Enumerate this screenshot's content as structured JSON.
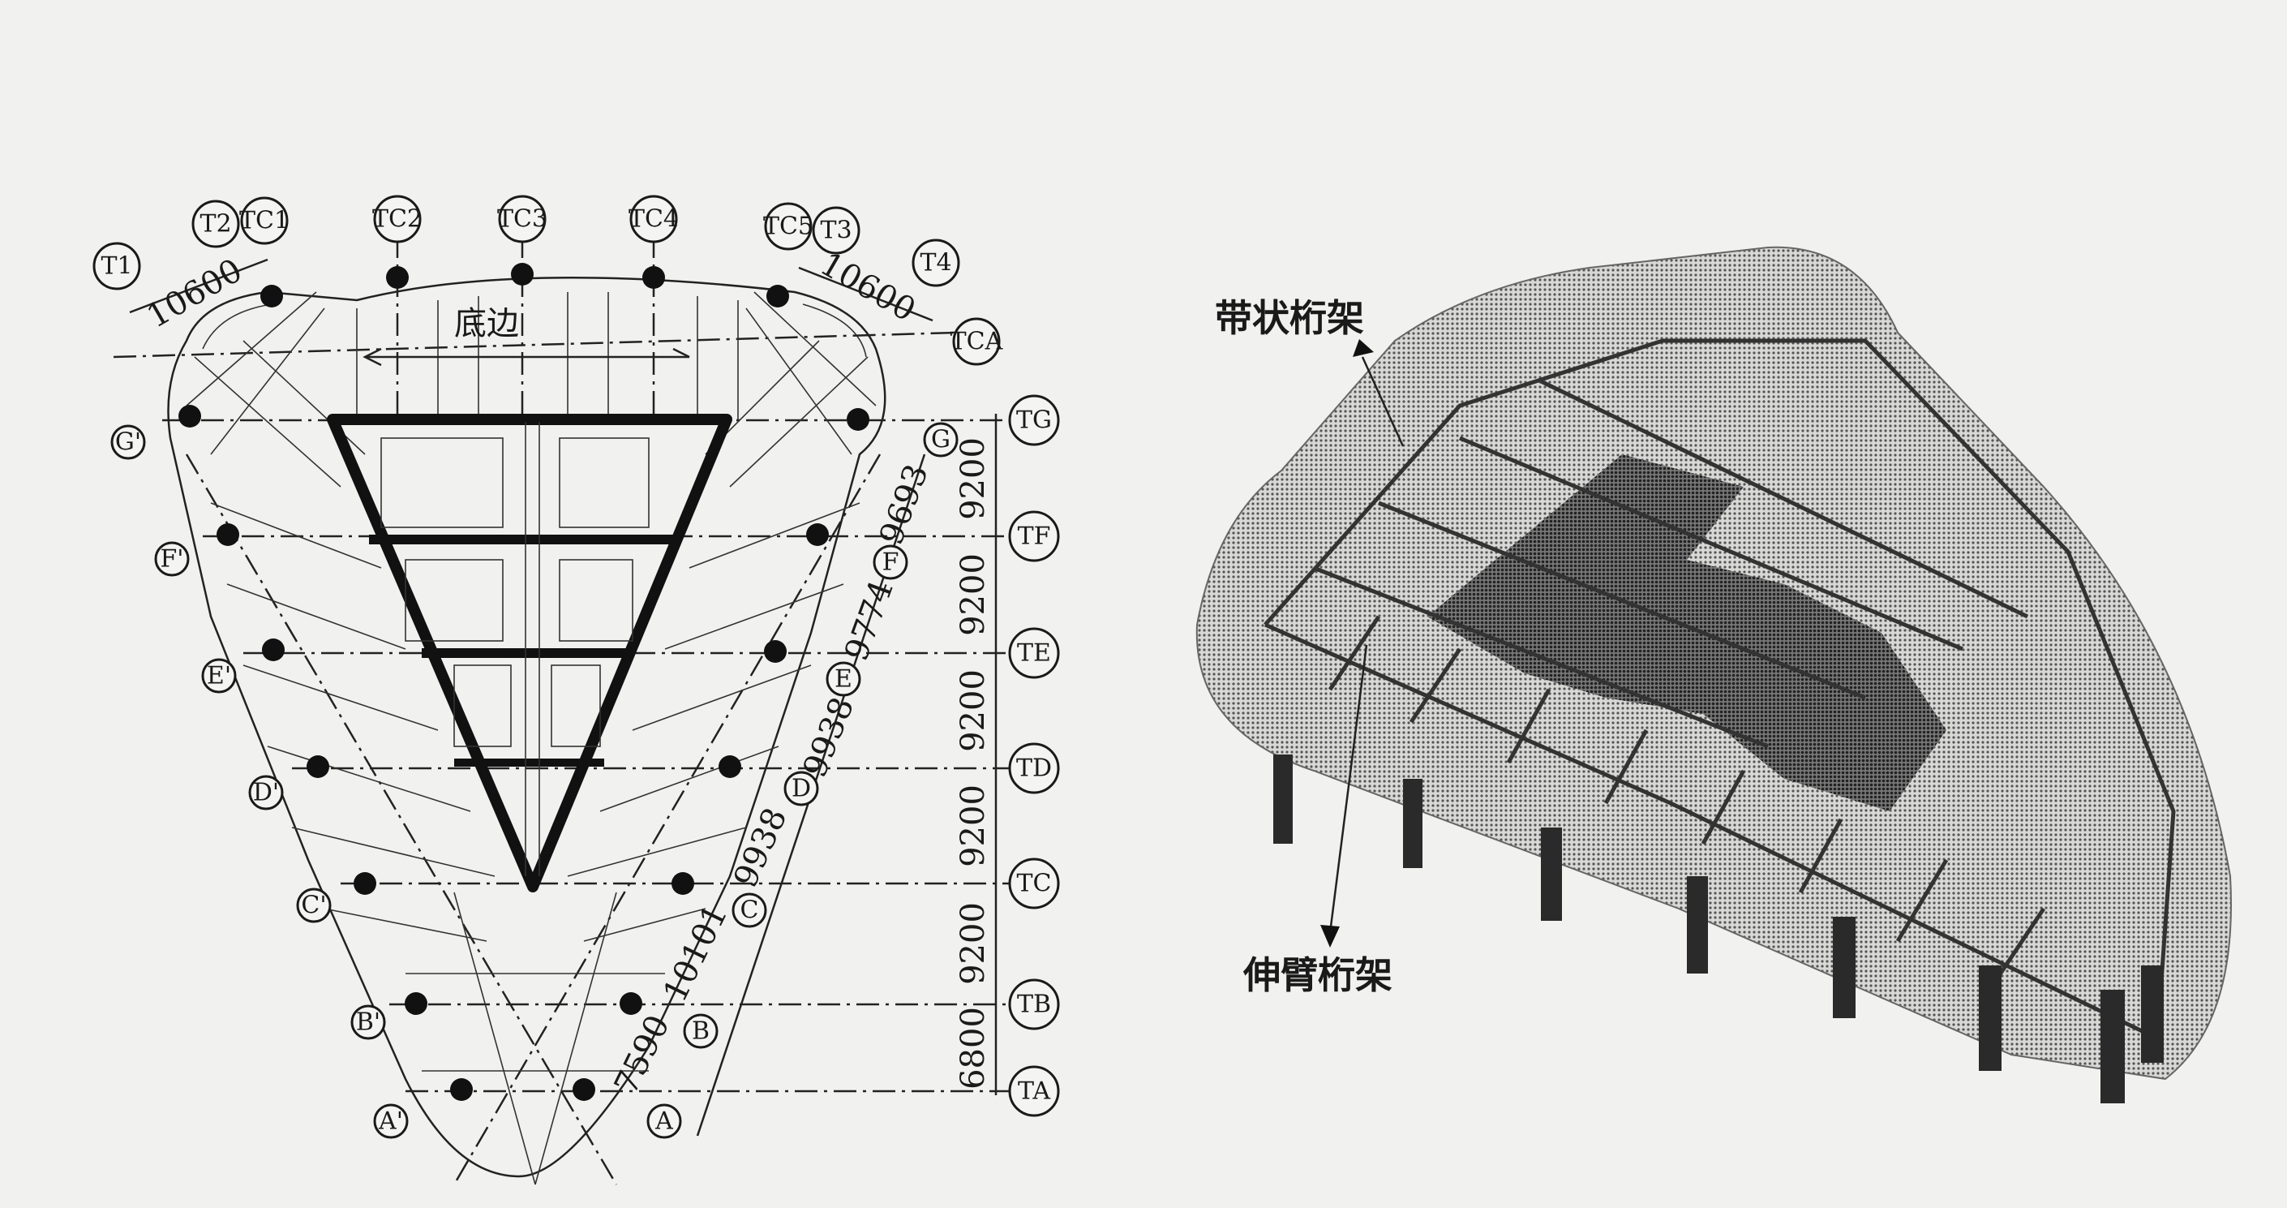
{
  "plan": {
    "top_axes": [
      "T1",
      "T2",
      "TC1",
      "TC2",
      "TC3",
      "TC4",
      "TC5",
      "T3",
      "T4",
      "TCA"
    ],
    "right_axes": [
      "TG",
      "TF",
      "TE",
      "TD",
      "TC",
      "TB",
      "TA"
    ],
    "left_axes": [
      "G'",
      "F'",
      "E'",
      "D'",
      "C'",
      "B'",
      "A'"
    ],
    "edge_axes": [
      "G",
      "F",
      "E",
      "D",
      "C",
      "B",
      "A"
    ],
    "top_dims": [
      "10600",
      "10600"
    ],
    "vertical_dims": [
      "9200",
      "9200",
      "9200",
      "9200",
      "9200",
      "6800"
    ],
    "edge_dims": [
      "9693",
      "9774",
      "9938",
      "9938",
      "10101",
      "7590"
    ],
    "base_label": "底边"
  },
  "model3d": {
    "belt_truss_label": "带状桁架",
    "outrigger_truss_label": "伸臂桁架"
  }
}
